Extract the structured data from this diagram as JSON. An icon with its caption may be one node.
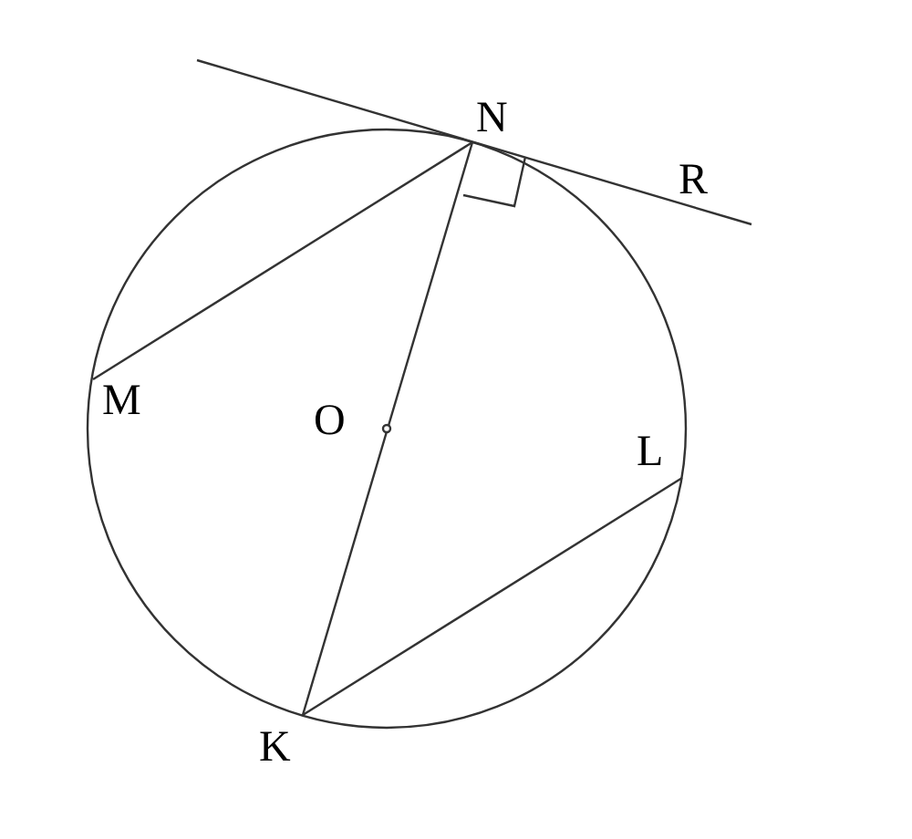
{
  "diagram": {
    "labels": [
      "N",
      "R",
      "M",
      "O",
      "L",
      "K"
    ]
  }
}
